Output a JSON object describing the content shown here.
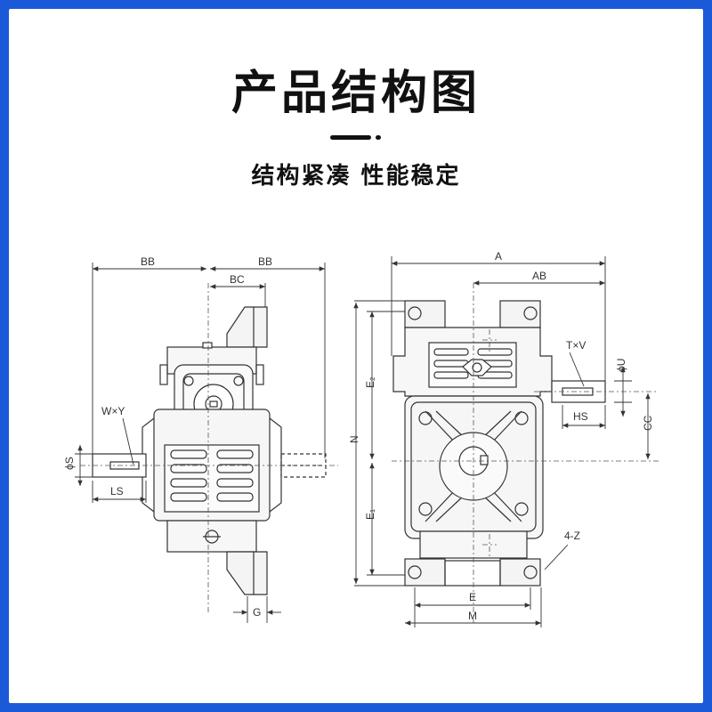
{
  "header": {
    "title": "产品结构图",
    "subtitle": "结构紧凑 性能稳定"
  },
  "dimensions": {
    "bb_left": "BB",
    "bb_right": "BB",
    "bc": "BC",
    "wxy": "W×Y",
    "phi_s": "ϕS",
    "ls": "LS",
    "g": "G",
    "a": "A",
    "ab": "AB",
    "txv": "T×V",
    "phi_u": "ϕU",
    "hs": "HS",
    "cc": "CC",
    "e2": "E₂",
    "n": "N",
    "e1": "E₁",
    "four_z": "4-Z",
    "e": "E",
    "m": "M"
  },
  "colors": {
    "border": "#1a5ad8",
    "background": "#ffffff",
    "line": "#333333"
  }
}
